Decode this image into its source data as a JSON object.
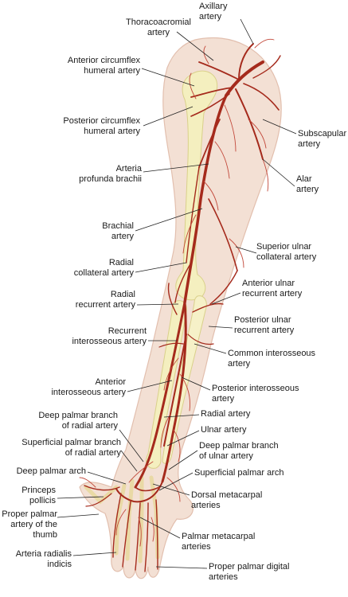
{
  "labels": {
    "axillary": "Axillary\nartery",
    "thoracoacromial": "Thoracoacromial\nartery",
    "ant_circumflex": "Anterior circumflex\nhumeral artery",
    "post_circumflex": "Posterior circumflex\nhumeral artery",
    "profunda": "Arteria\nprofunda brachii",
    "subscapular": "Subscapular\nartery",
    "alar": "Alar\nartery",
    "brachial": "Brachial\nartery",
    "sup_ulnar_collateral": "Superior ulnar\ncollateral artery",
    "radial_collateral": "Radial\ncollateral artery",
    "radial_recurrent": "Radial\nrecurrent artery",
    "ant_ulnar_recurrent": "Anterior ulnar\nrecurrent artery",
    "post_ulnar_recurrent": "Posterior ulnar\nrecurrent artery",
    "recurrent_interosseous": "Recurrent\ninterosseous artery",
    "common_interosseous": "Common interosseous\nartery",
    "ant_interosseous": "Anterior\ninterosseous artery",
    "post_interosseous": "Posterior interosseous\nartery",
    "radial": "Radial artery",
    "deep_palmar_branch_radial": "Deep palmar branch\nof radial artery",
    "ulnar": "Ulnar artery",
    "superficial_palmar_branch_radial": "Superficial palmar branch\nof radial artery",
    "deep_palmar_branch_ulnar": "Deep palmar branch\nof ulnar artery",
    "deep_palmar_arch": "Deep palmar arch",
    "superficial_palmar_arch": "Superficial palmar arch",
    "princeps_pollicis": "Princeps\npollicis",
    "dorsal_metacarpal": "Dorsal metacarpal\narteries",
    "proper_palmar_thumb": "Proper palmar\nartery of the\nthumb",
    "palmar_metacarpal": "Palmar metacarpal\narteries",
    "radialis_indicis": "Arteria radialis\nindicis",
    "proper_palmar_digital": "Proper palmar digital\narteries"
  },
  "colors": {
    "skin": "#f3e0d4",
    "skin_edge": "#e2bfae",
    "bone": "#f4efbf",
    "bone_edge": "#d9d08a",
    "artery": "#a52a1c",
    "artery_light": "#c2483a",
    "leader": "#222222"
  }
}
